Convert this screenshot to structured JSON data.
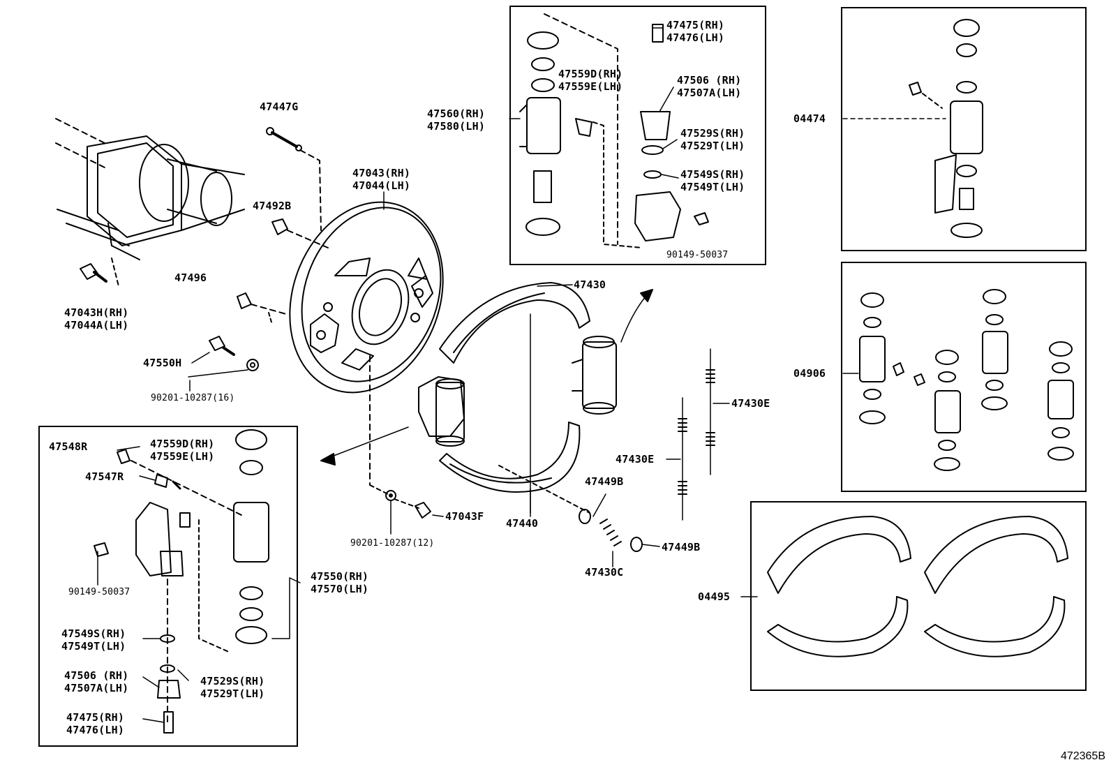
{
  "labels": {
    "p47447G": "47447G",
    "p47492B": "47492B",
    "p47496": "47496",
    "p47043H": "47043H(RH)",
    "p47044A": "47044A(LH)",
    "p47550H": "47550H",
    "p90201_16": "90201-10287(16)",
    "p47043": "47043(RH)",
    "p47044": "47044(LH)",
    "p47560": "47560(RH)",
    "p47580": "47580(LH)",
    "p47475a": "47475(RH)",
    "p47476a": "47476(LH)",
    "p47559Da": "47559D(RH)",
    "p47559Ea": "47559E(LH)",
    "p47506a": "47506 (RH)",
    "p47507Aa": "47507A(LH)",
    "p47529Sa": "47529S(RH)",
    "p47529Ta": "47529T(LH)",
    "p47549Sa": "47549S(RH)",
    "p47549Ta": "47549T(LH)",
    "p90149a": "90149-50037",
    "p04474": "04474",
    "p04906": "04906",
    "p04495": "04495",
    "p47430": "47430",
    "p47430E1": "47430E",
    "p47430E2": "47430E",
    "p47449B1": "47449B",
    "p47449B2": "47449B",
    "p47430C": "47430C",
    "p47440": "47440",
    "p47043F": "47043F",
    "p90201_12": "90201-10287(12)",
    "p47548R": "47548R",
    "p47547R": "47547R",
    "p47559Db": "47559D(RH)",
    "p47559Eb": "47559E(LH)",
    "p90149b": "90149-50037",
    "p47550": "47550(RH)",
    "p47570": "47570(LH)",
    "p47549Sb": "47549S(RH)",
    "p47549Tb": "47549T(LH)",
    "p47506b": "47506 (RH)",
    "p47507Ab": "47507A(LH)",
    "p47529Sb": "47529S(RH)",
    "p47529Tb": "47529T(LH)",
    "p47475b": "47475(RH)",
    "p47476b": "47476(LH)"
  },
  "figure_ref": "472365B"
}
